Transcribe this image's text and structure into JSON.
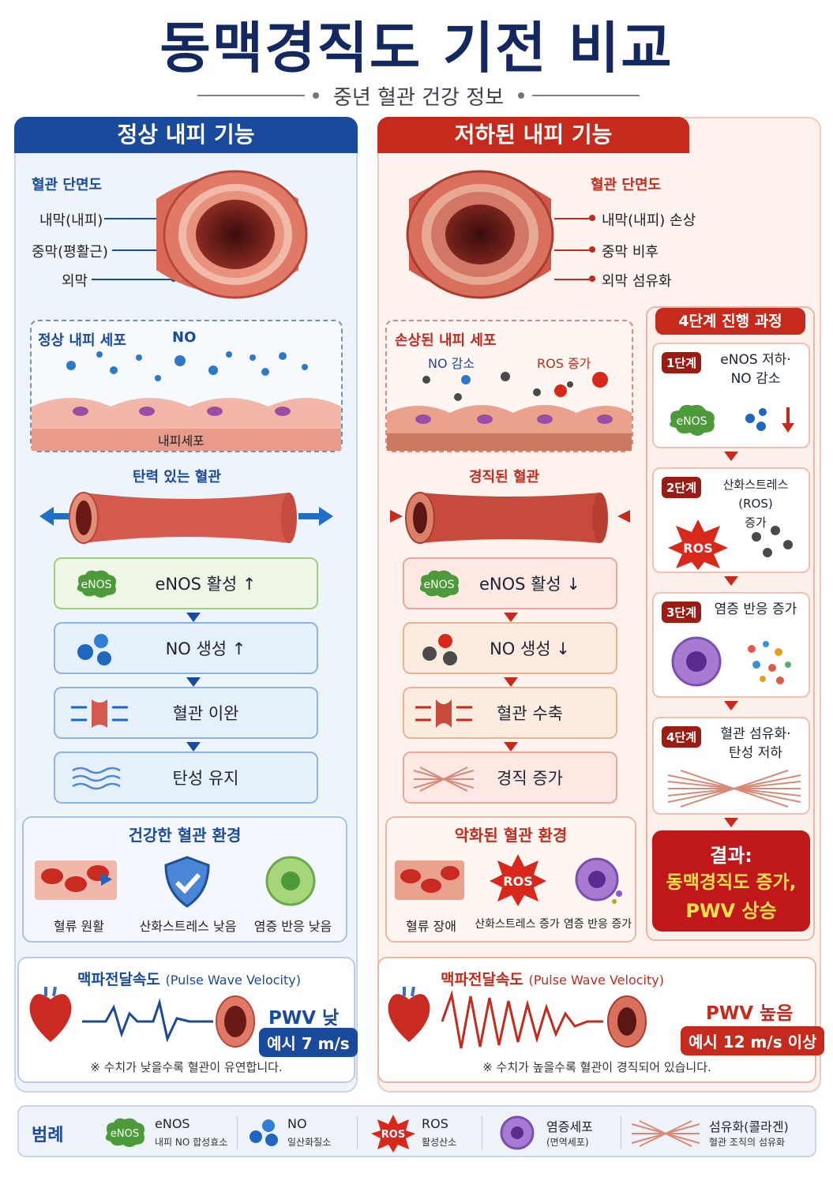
{
  "title": "동맥경직도 기전 비교",
  "subtitle": "중년 혈관 건강 정보",
  "left": {
    "heading": "정상 내피 기능",
    "cross_title": "혈관 단면도",
    "layer1": "내막(내피)",
    "layer2": "중막(평활근)",
    "layer3": "외막",
    "cell_title": "정상 내피 세포",
    "cell_no": "NO",
    "cell_label": "내피세포",
    "vessel_title": "탄력 있는 혈관",
    "step1": "eNOS 활성 ↑",
    "step2": "NO 생성 ↑",
    "step3": "혈관 이완",
    "step4": "탄성 유지",
    "env_title": "건강한 혈관 환경",
    "env1": "혈류 원활",
    "env2": "산화스트레스 낮음",
    "env3": "염증 반응 낮음",
    "pwv_title_ko": "맥파전달속도",
    "pwv_title_en": "(Pulse Wave Velocity)",
    "pwv_big": "PWV 낮음",
    "pwv_pill": "예시 7 m/s",
    "pwv_note": "※ 수치가 낮을수록 혈관이 유연합니다."
  },
  "right": {
    "heading": "저하된 내피 기능",
    "cross_title": "혈관 단면도",
    "layer1": "내막(내피) 손상",
    "layer2": "중막 비후",
    "layer3": "외막 섬유화",
    "cell_title": "손상된 내피 세포",
    "cell_no": "NO 감소",
    "cell_ros": "ROS 증가",
    "vessel_title": "경직된 혈관",
    "step1": "eNOS 활성 ↓",
    "step2": "NO 생성 ↓",
    "step3": "혈관 수축",
    "step4": "경직 증가",
    "env_title": "악화된 혈관 환경",
    "env1": "혈류 장애",
    "env2": "산화스트레스 증가",
    "env3": "염증 반응 증가",
    "env_ros": "ROS",
    "pwv_title_ko": "맥파전달속도",
    "pwv_title_en": "(Pulse Wave Velocity)",
    "pwv_big": "PWV 높음",
    "pwv_pill": "예시 12 m/s 이상",
    "pwv_note": "※ 수치가 높을수록 혈관이 경직되어 있습니다."
  },
  "stages": {
    "heading": "4단계 진행 과정",
    "s1_badge": "1단계",
    "s1_text": "eNOS 저하·\nNO 감소",
    "s2_badge": "2단계",
    "s2_text": "산화스트레스(ROS)\n증가",
    "s2_ros": "ROS",
    "s3_badge": "3단계",
    "s3_text": "염증 반응 증가",
    "s4_badge": "4단계",
    "s4_text": "혈관 섬유화·\n탄성 저하",
    "result_l1": "결과:",
    "result_l2": "동맥경직도 증가,",
    "result_l3": "PWV 상승"
  },
  "enos_label": "eNOS",
  "legend": {
    "title": "범례",
    "i1_main": "eNOS",
    "i1_sub": "내피 NO 합성효소",
    "i2_main": "NO",
    "i2_sub": "일산화질소",
    "i3_main": "ROS",
    "i3_sub": "활성산소",
    "i4_main": "염증세포",
    "i4_sub": "(면역세포)",
    "i5_main": "섬유화(콜라겐)",
    "i5_sub": "혈관 조직의 섬유화"
  },
  "colors": {
    "navy": "#13285e",
    "blue": "#1a4a9c",
    "red": "#c52a1c",
    "result_red": "#c0181a",
    "highlight_yellow": "#ffe24a"
  }
}
